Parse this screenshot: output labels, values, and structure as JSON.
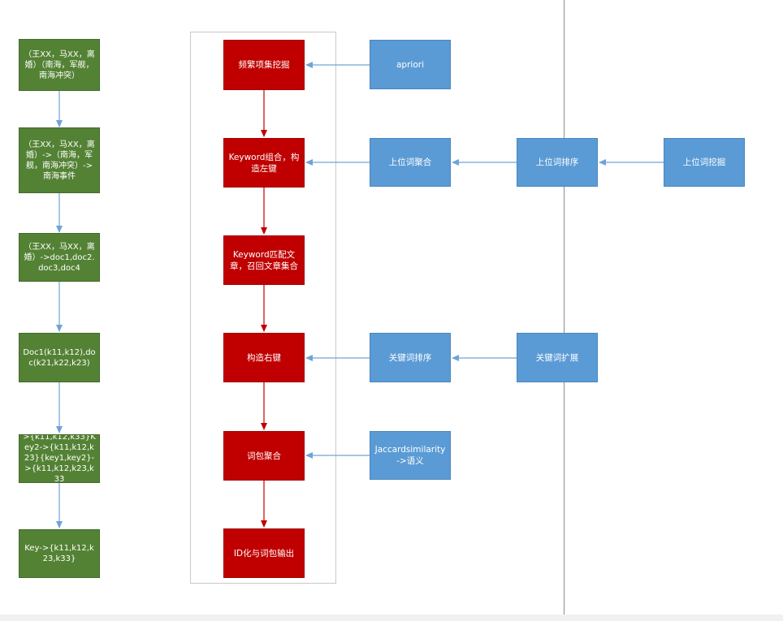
{
  "colors": {
    "red": "#c00000",
    "blue": "#5b9bd5",
    "green": "#548235",
    "red_arrow": "#c00000",
    "blue_arrow": "#6fa3d6"
  },
  "example_column": [
    "（王XX，马XX，离婚）（南海，军舰，南海冲突）",
    "（王XX，马XX，离婚）->（南海，军舰，南海冲突）->南海事件",
    "（王XX，马XX，离婚）->doc1,doc2.doc3,doc4",
    "Doc1(k11,k12),doc(k21,k22,k23)",
    ">{k11,k12,k33}Key2->{k11,k12,k23}{key1,key2}->{k11,k12,k23,k33",
    "Key->{k11,k12,k23,k33}"
  ],
  "pipeline": [
    "频繁项集挖掘",
    "Keyword组合，构造左键",
    "Keyword匹配文章，召回文章集合",
    "构造右键",
    "词包聚合",
    "ID化与词包输出"
  ],
  "sources": {
    "apriori": "apriori",
    "hypernym_aggregation": "上位词聚合",
    "hypernym_ranking": "上位词排序",
    "hypernym_mining": "上位词挖掘",
    "keyword_ranking": "关键词排序",
    "keyword_expansion": "关键词扩展",
    "jaccard": "Jaccardsimilarity->语义"
  }
}
